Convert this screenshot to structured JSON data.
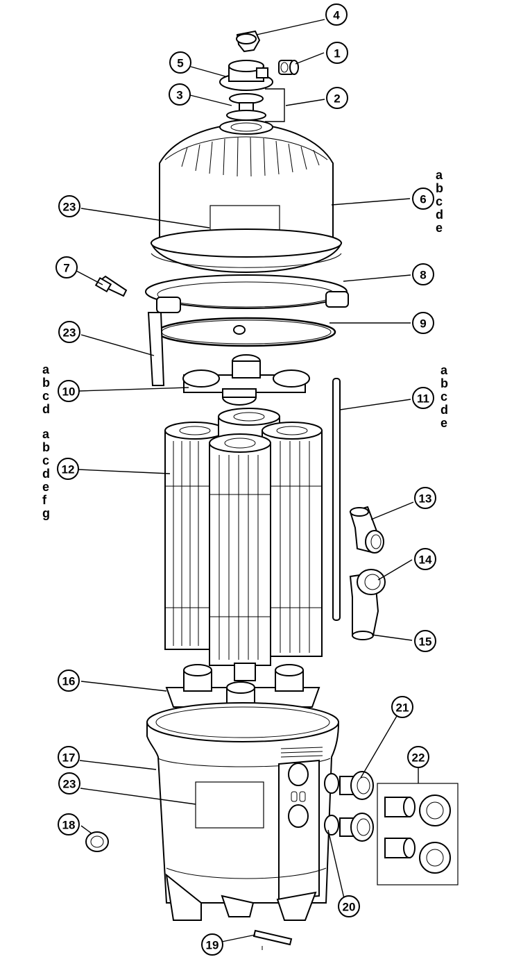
{
  "callouts": [
    "1",
    "2",
    "3",
    "4",
    "5",
    "6",
    "7",
    "8",
    "9",
    "10",
    "11",
    "12",
    "13",
    "14",
    "15",
    "16",
    "17",
    "18",
    "19",
    "20",
    "21",
    "22",
    "23",
    "23",
    "23"
  ],
  "variants": {
    "part6": [
      "a",
      "b",
      "c",
      "d",
      "e"
    ],
    "part10": [
      "a",
      "b",
      "c",
      "d"
    ],
    "part11": [
      "a",
      "b",
      "c",
      "d",
      "e"
    ],
    "part12": [
      "a",
      "b",
      "c",
      "d",
      "e",
      "f",
      "g"
    ]
  }
}
